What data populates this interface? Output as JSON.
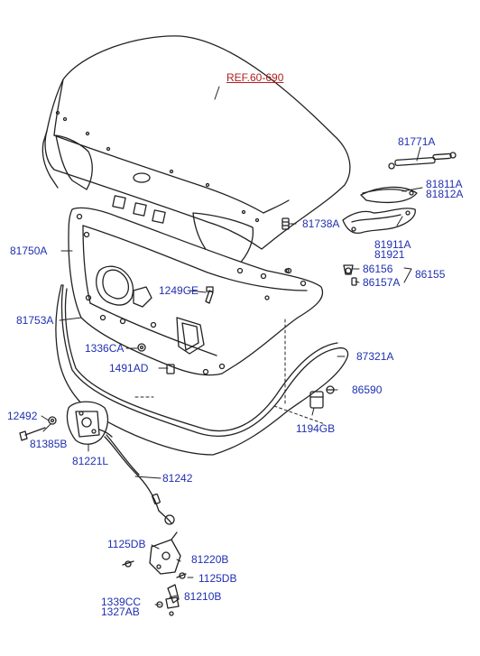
{
  "colors": {
    "label": "#1f2fb0",
    "reference": "#b02020",
    "line": "#222222"
  },
  "reference": {
    "text": "REF.60-690"
  },
  "labels": {
    "p81771A": "81771A",
    "p81811A": "81811A",
    "p81812A": "81812A",
    "p81911A": "81911A",
    "p81921": "81921",
    "p81750A": "81750A",
    "p81738A": "81738A",
    "p86156": "86156",
    "p86157A": "86157A",
    "p86155": "86155",
    "p1249GE": "1249GE",
    "p81753A": "81753A",
    "p1336CA": "1336CA",
    "p87321A": "87321A",
    "p1491AD": "1491AD",
    "p86590": "86590",
    "p12492": "12492",
    "p1194GB": "1194GB",
    "p81385B": "81385B",
    "p81221L": "81221L",
    "p81242": "81242",
    "p1125DB_a": "1125DB",
    "p81220B": "81220B",
    "p1125DB_b": "1125DB",
    "p1339CC": "1339CC",
    "p81210B": "81210B",
    "p1327AB": "1327AB"
  }
}
